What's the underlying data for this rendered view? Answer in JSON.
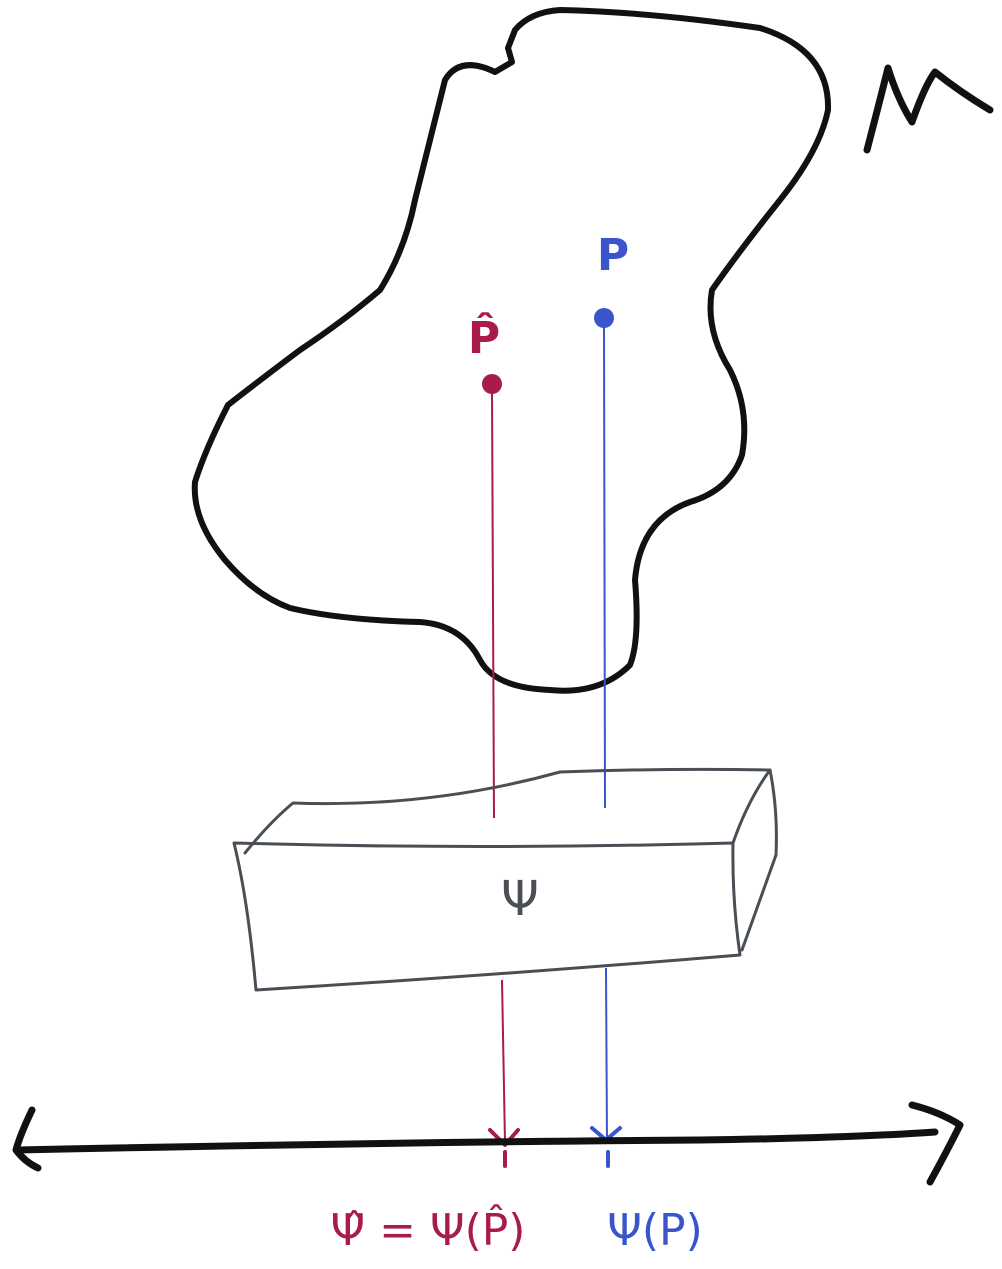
{
  "manifold_label": "M",
  "point_p": {
    "label": "P",
    "color": "#3a55cc"
  },
  "point_p_hat": {
    "label": "P̂",
    "color": "#a81c4a"
  },
  "box_label": "Ψ",
  "output_p_hat": "Ψ̂ = Ψ(P̂)",
  "output_p": "Ψ(P)",
  "colors": {
    "outline": "#111111",
    "box": "#4a4f55",
    "red": "#a81c4a",
    "blue": "#3a55cc"
  }
}
